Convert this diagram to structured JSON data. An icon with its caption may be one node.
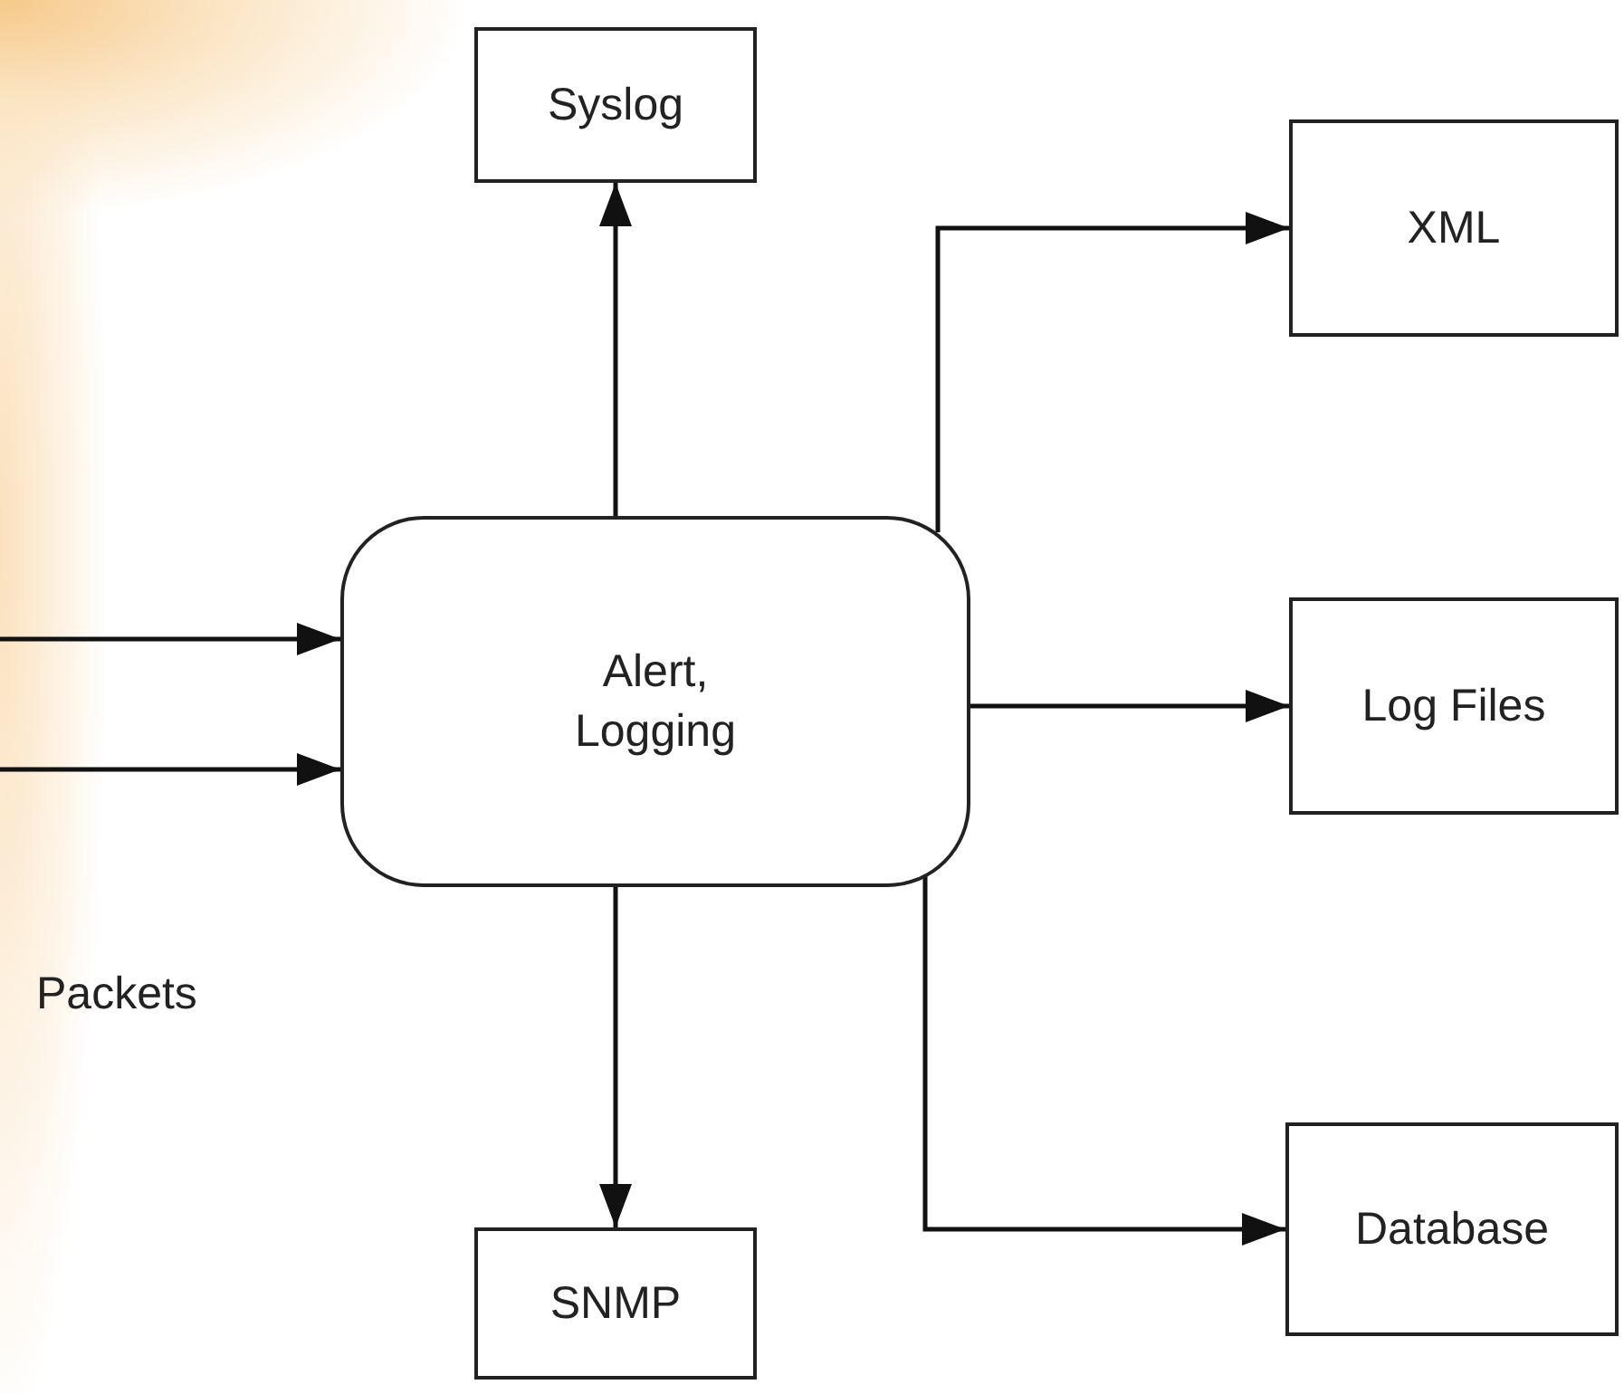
{
  "diagram": {
    "nodes": [
      {
        "text": [
          "Syslog"
        ]
      },
      {
        "text": [
          "XML"
        ]
      },
      {
        "text": [
          "Alert, Logging"
        ]
      },
      {
        "text": [
          "Log Files"
        ]
      },
      {
        "text": [
          "Database"
        ]
      },
      {
        "text": [
          "SNMP"
        ]
      }
    ],
    "edges": [
      {
        "from": 2,
        "to": 0,
        "arrow": "to"
      },
      {
        "from": 2,
        "to": 1,
        "arrow": "to"
      },
      {
        "from": 2,
        "to": 3,
        "arrow": "to"
      },
      {
        "from": 2,
        "to": 4,
        "arrow": "to"
      },
      {
        "from": 2,
        "to": 5,
        "arrow": "to"
      },
      {
        "from": null,
        "to": 2,
        "arrow": "to"
      },
      {
        "from": null,
        "to": 2,
        "arrow": "to"
      }
    ],
    "labels": [
      "Packets"
    ]
  }
}
